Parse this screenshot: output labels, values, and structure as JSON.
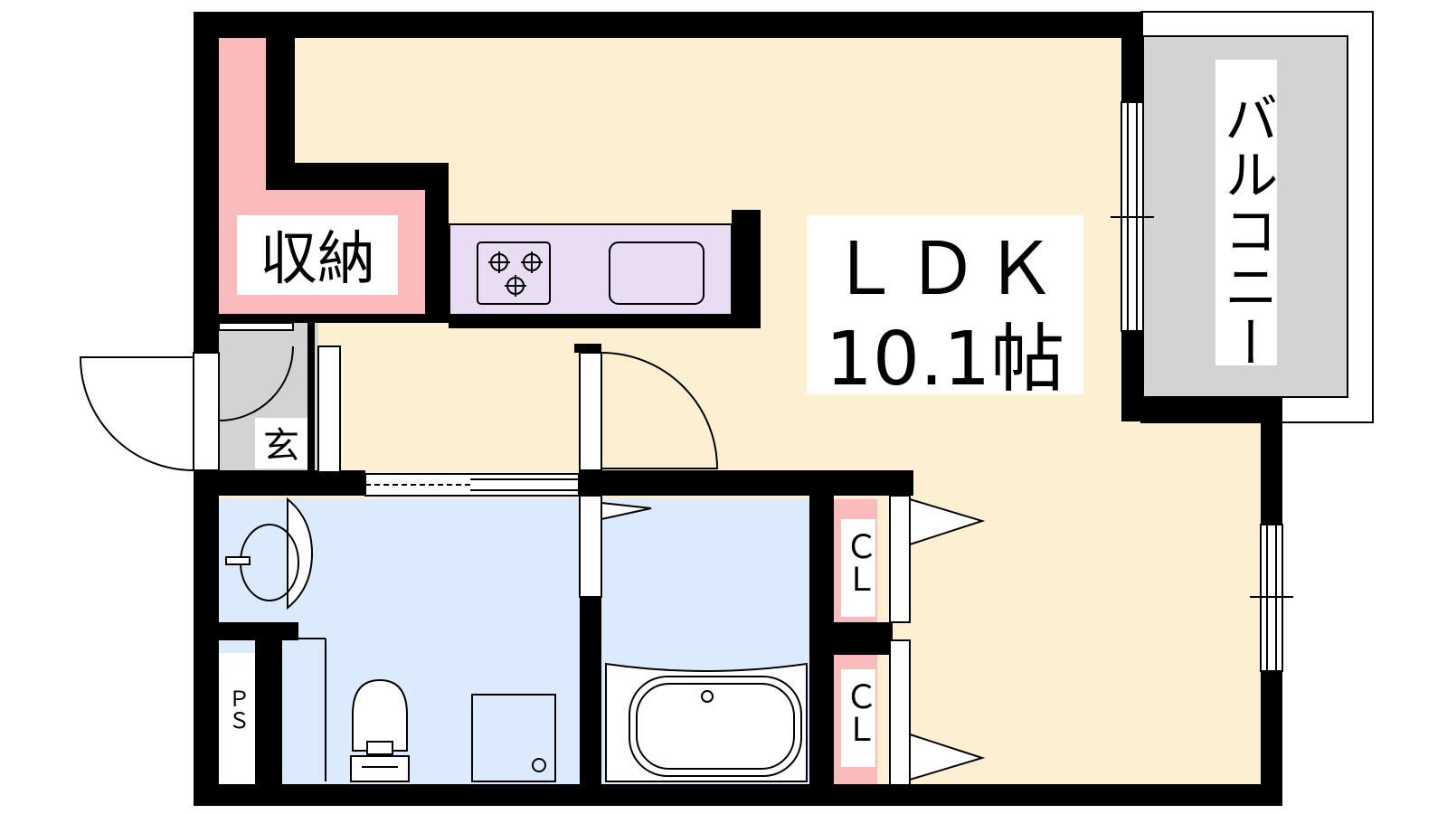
{
  "rooms": {
    "storage": "収納",
    "ldk_name": "ＬＤＫ",
    "ldk_size": "10.1帖",
    "entrance": "玄",
    "balcony": "バルコニー",
    "closet_top": "ＣＬ",
    "closet_bottom": "ＣＬ",
    "pipe_space": "ＰＳ"
  },
  "colors": {
    "ldk": "#fdf0d2",
    "storage": "#fbbbbd",
    "kitchen": "#e8ddf2",
    "wet_area": "#dbeafd",
    "entrance": "#d3d3d3",
    "balcony": "#d3d3d3",
    "wall": "#000000"
  }
}
